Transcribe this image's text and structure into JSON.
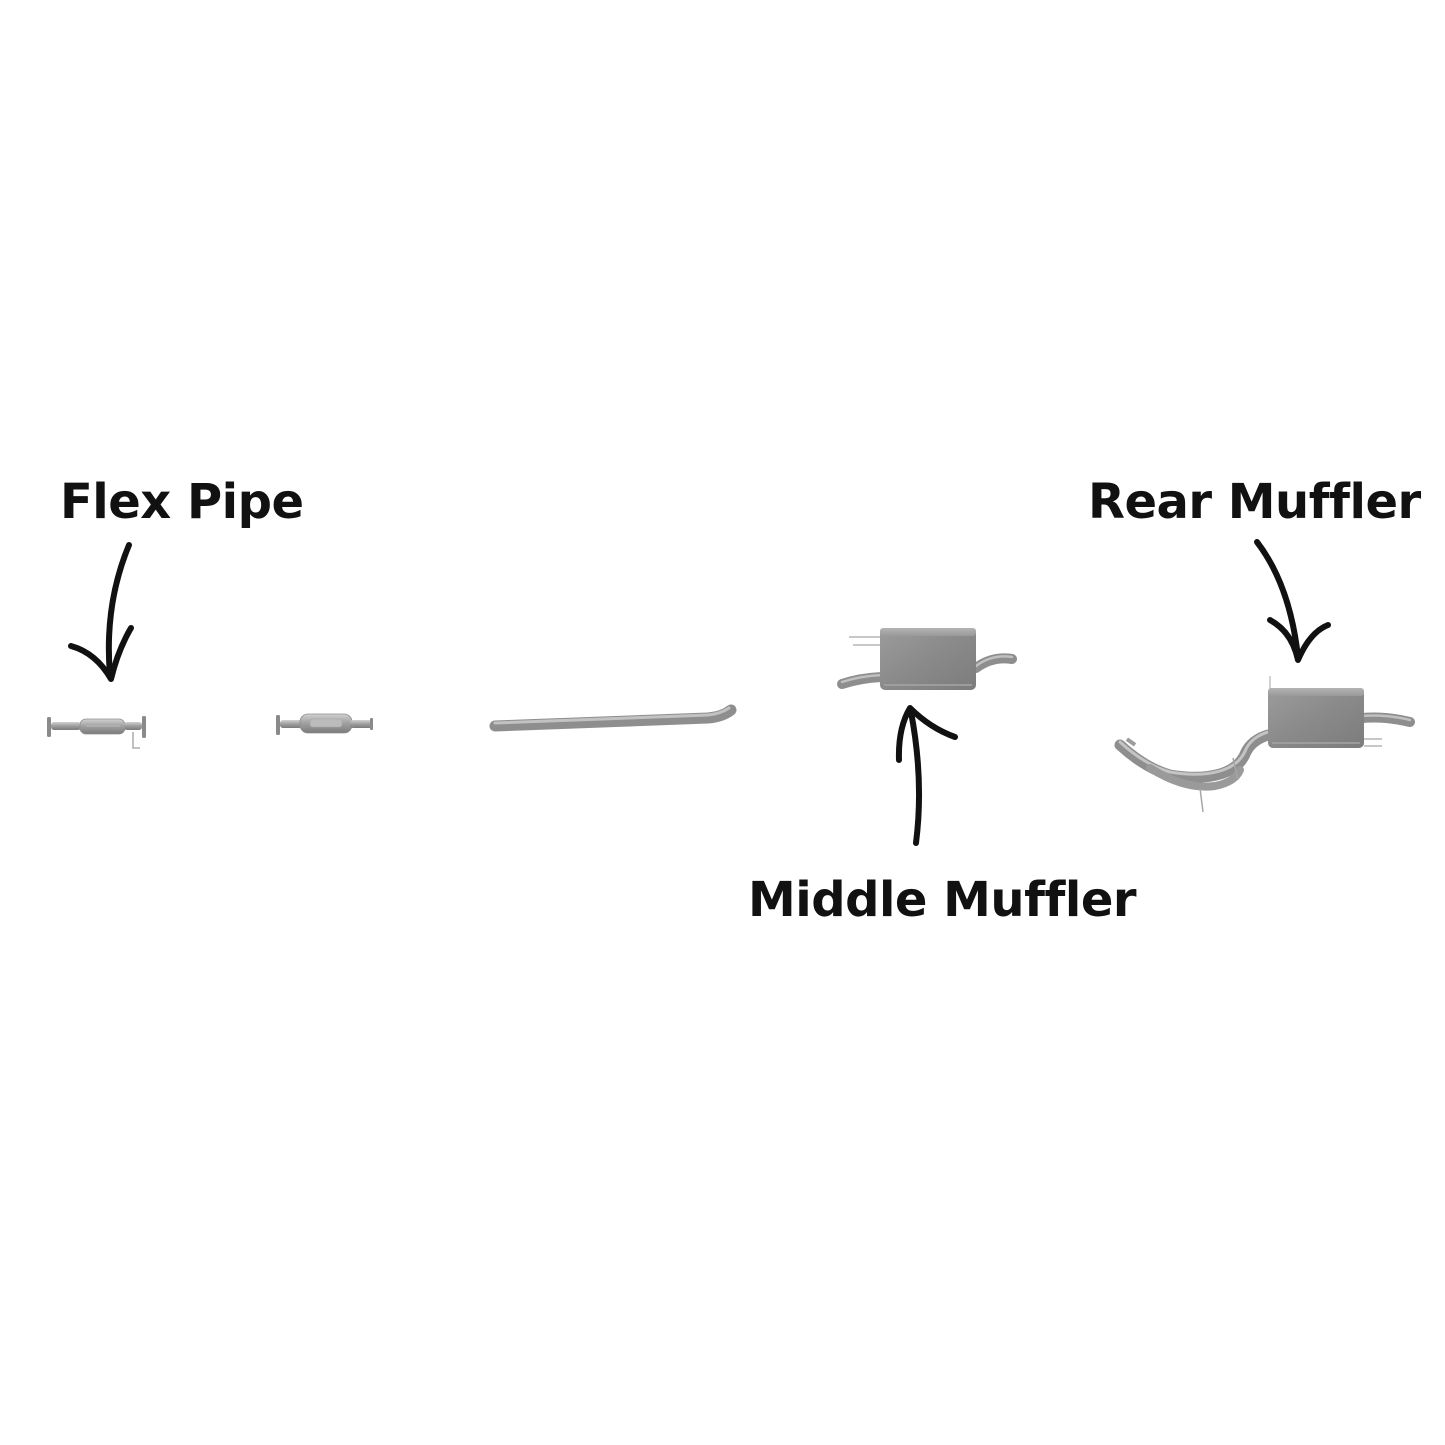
{
  "labels": {
    "flex_pipe": "Flex Pipe",
    "middle_muffler": "Middle Muffler",
    "rear_muffler": "Rear Muffler"
  },
  "parts": [
    {
      "name": "flex-pipe"
    },
    {
      "name": "catalytic-pipe"
    },
    {
      "name": "intermediate-pipe"
    },
    {
      "name": "middle-muffler"
    },
    {
      "name": "rear-muffler"
    }
  ],
  "colors": {
    "text": "#111111",
    "arrow": "#111111",
    "metal_light": "#c4c4c4",
    "metal_mid": "#9a9a9a",
    "metal_dark": "#6e6e6e",
    "background": "#ffffff"
  }
}
